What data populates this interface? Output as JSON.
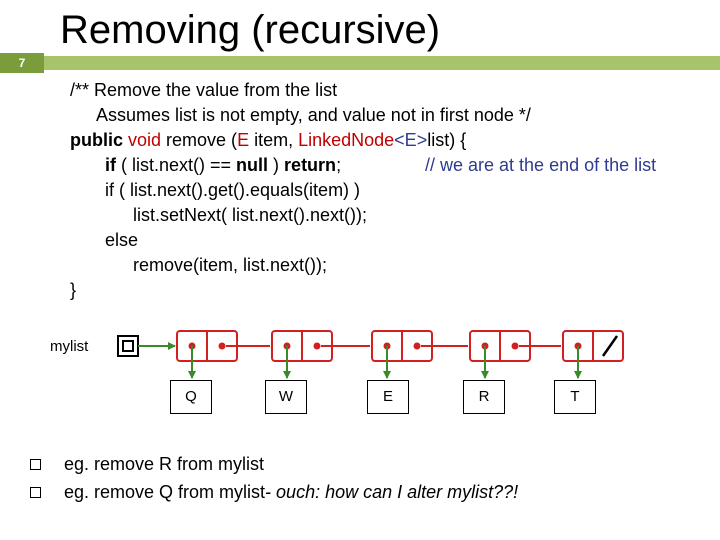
{
  "slide": {
    "number": "7",
    "title": "Removing (recursive)"
  },
  "code": {
    "line1": "/** Remove the value from the list",
    "line2": "Assumes list is not empty, and value not in first node */",
    "line3_kw": "public ",
    "line3_type1": "void",
    "line3_mid": " remove (",
    "line3_type2": "E",
    "line3_mid2": " item, ",
    "line3_type3": "LinkedNode",
    "line3_type4": "<E>",
    "line3_end": "list) {",
    "line4_kw1": "if",
    "line4_mid": " ( list.next() == ",
    "line4_kw2": "null",
    "line4_mid2": " ) ",
    "line4_kw3": "return",
    "line4_end": ";",
    "line4_comment": "// we are at the end of the list",
    "line5": "if ( list.next().get().equals(item) )",
    "line6": "list.setNext( list.next().next());",
    "line7": "else",
    "line8": "remove(item, list.next());",
    "line9": "}"
  },
  "diagram": {
    "head_label": "mylist",
    "nodes": [
      "Q",
      "W",
      "E",
      "R",
      "T"
    ]
  },
  "bullets": {
    "item1": "eg. remove R from mylist",
    "item2_prefix": "eg. remove Q from mylist ",
    "item2_italic": " - ouch: how can I alter mylist",
    "item2_tail": "??!"
  },
  "colors": {
    "node_border": "#d21f1f",
    "pointer_dot": "#d21f1f",
    "arrow_green": "#3a8a2a",
    "bar_dark": "#7a9c3b",
    "bar_light": "#a7c46a"
  }
}
